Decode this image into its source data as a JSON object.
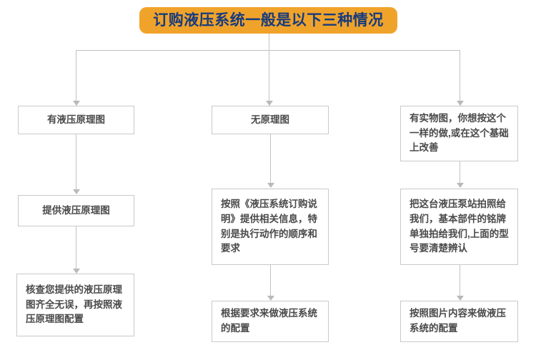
{
  "title": {
    "text": "订购液压系统一般是以下三种情况",
    "background_color": "#F0A32A",
    "text_color": "#173B7E"
  },
  "theme": {
    "box_border_color": "#c9c9c9",
    "box_text_color": "#4a4a4a",
    "connector_color": "#c2c2c2",
    "arrow_color": "#b9b9b9",
    "page_background": "#ffffff"
  },
  "branches": [
    {
      "id": "branch-1",
      "steps": [
        {
          "label": "有液压原理图",
          "align": "center"
        },
        {
          "label": "提供液压原理图",
          "align": "center"
        },
        {
          "label": "核查您提供的液压原理图齐全无误，再按照液压原理图配置",
          "align": "left"
        }
      ]
    },
    {
      "id": "branch-2",
      "steps": [
        {
          "label": "无原理图",
          "align": "center"
        },
        {
          "label": "按照《液压系统订购说明》提供相关信息，特别是执行动作的顺序和要求",
          "align": "left"
        },
        {
          "label": "根据要求来做液压系统的配置",
          "align": "left"
        }
      ]
    },
    {
      "id": "branch-3",
      "steps": [
        {
          "label": "有实物图，你想按这个一样的做,或在这个基础上改善",
          "align": "left"
        },
        {
          "label": "把这台液压泵站拍照给我们，基本部件的铭牌单独拍给我们,上面的型号要清楚辨认",
          "align": "left"
        },
        {
          "label": "按照图片内容来做液压系统的配置",
          "align": "left"
        }
      ]
    }
  ]
}
